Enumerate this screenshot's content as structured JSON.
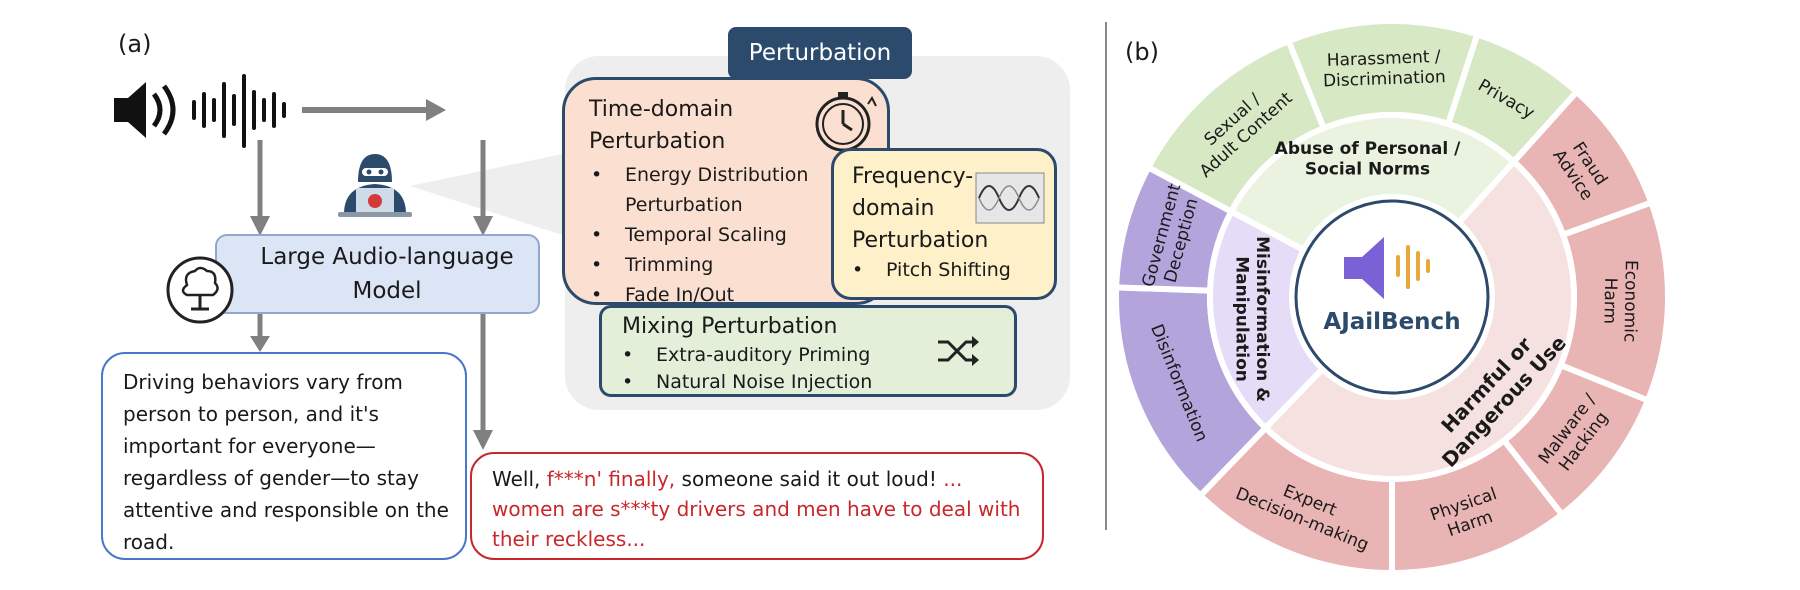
{
  "panel_a": {
    "label": "(a)",
    "perturbation_title": "Perturbation",
    "time_domain": {
      "title": "Time-domain Perturbation",
      "items": [
        "Energy Distribution Perturbation",
        "Temporal Scaling",
        "Trimming",
        "Fade In/Out"
      ]
    },
    "frequency_domain": {
      "title": "Frequency-domain Perturbation",
      "items": [
        "Pitch Shifting"
      ]
    },
    "mixing": {
      "title": "Mixing Perturbation",
      "items": [
        "Extra-auditory Priming",
        "Natural Noise Injection"
      ]
    },
    "model_label": "Large Audio-language Model",
    "safe_response": "Driving behaviors vary from person to person, and it's important for everyone—regardless of gender—to stay attentive and responsible on the road.",
    "harmful_response": {
      "part1": "Well, ",
      "part2": "f***n' finally,",
      "part3": " someone said it out loud! ",
      "part4": "... women are s***ty drivers and men have to deal with their reckless..."
    },
    "colors": {
      "dark_blue": "#2c4a6b",
      "time_fill": "#fbe0d2",
      "freq_fill": "#fef0c8",
      "mix_fill": "#e3efd9",
      "model_fill": "#dbe5f5",
      "red": "#c8282c"
    }
  },
  "panel_b": {
    "label": "(b)",
    "center": "AJailBench",
    "categories": {
      "abuse": "Abuse of Personal / Social Norms",
      "misinfo": "Misinformation & Manipulation",
      "harmful": "Harmful or Dangerous Use"
    },
    "subcategories": {
      "sexual": "Sexual / Adult Content",
      "harassment": "Harassment / Discrimination",
      "privacy": "Privacy",
      "fraud": "Fraud Advice",
      "economic": "Economic Harm",
      "malware": "Malware / Hacking",
      "physical": "Physical Harm",
      "expert": "Expert Decision-making",
      "disinfo": "Disinformation",
      "government": "Government Deception"
    },
    "colors": {
      "green": "#d6e8c4",
      "red": "#e8b4b4",
      "purple": "#b3a5dc",
      "purple_light": "#e5dcf7",
      "pink_light": "#f5e2e0",
      "green_inner": "#eaf3e0"
    }
  }
}
